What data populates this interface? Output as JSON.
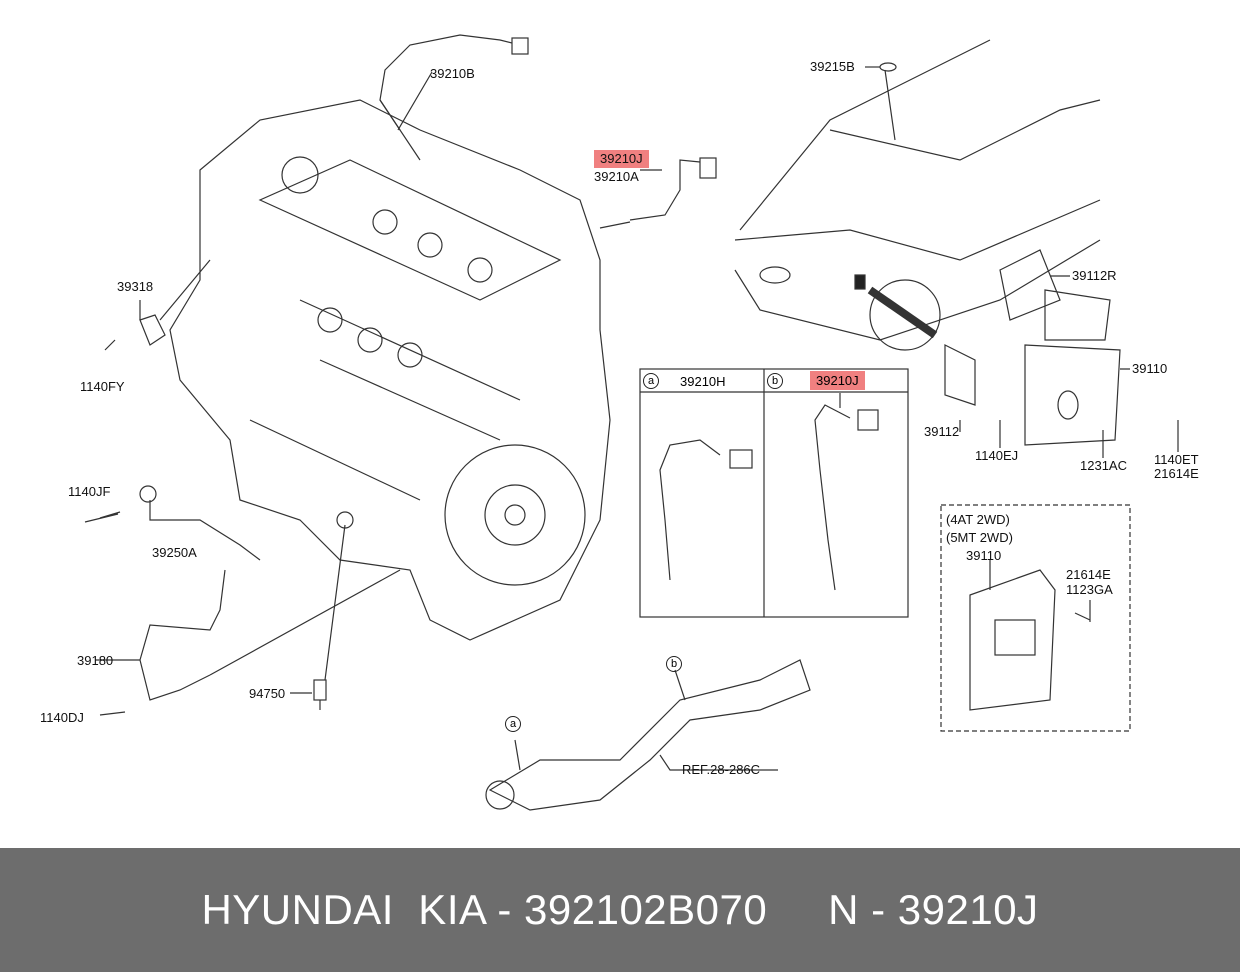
{
  "diagram": {
    "labels": {
      "sensor_upper": "39210B",
      "sensor_front_hl": "39210J",
      "sensor_front": "39210A",
      "grommet": "39215B",
      "cam_sensor": "39318",
      "bolt_cam": "1140FY",
      "bracket_r": "39112R",
      "ecu": "39110",
      "bracket": "39112",
      "bolt_ej": "1140EJ",
      "bolt_ac": "1231AC",
      "bolt_et": "1140ET",
      "bolt_e": "21614E",
      "bolt_jf": "1140JF",
      "knock_sensor": "39250A",
      "crank_sensor": "39180",
      "bolt_dj": "1140DJ",
      "oil_switch": "94750",
      "ref": "REF.28-286C"
    },
    "inset": {
      "a_marker": "a",
      "a_part": "39210H",
      "b_marker": "b",
      "b_part": "39210J"
    },
    "variant_box": {
      "line1": "(4AT 2WD)",
      "line2": "(5MT 2WD)",
      "part": "39110",
      "bolt1": "21614E",
      "bolt2": "1123GA"
    },
    "exhaust_markers": {
      "a": "a",
      "b": "b"
    }
  },
  "footer": {
    "text": "HYUNDAI  KIA - 392102B070     N - 39210J"
  },
  "colors": {
    "highlight": "#f08080",
    "footer_bg": "#6d6d6d"
  }
}
